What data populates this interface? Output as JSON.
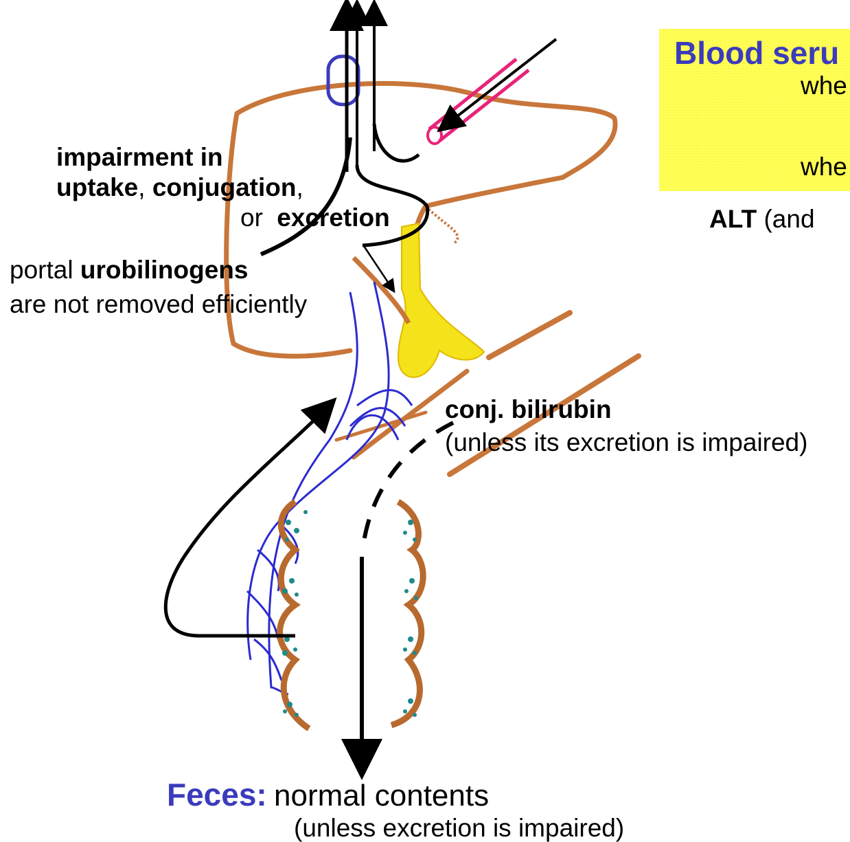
{
  "labels": {
    "impairment_line1_bold": "impairment in",
    "uptake": "uptake",
    "comma1": ", ",
    "conjugation": "conjugation",
    "comma2": ",",
    "or": "or",
    "excretion": "excretion",
    "portal": "portal ",
    "urobilinogens": "urobilinogens",
    "not_removed": "are not removed efficiently",
    "conj_bilirubin": "conj. bilirubin",
    "unless_its_excretion": "(unless its excretion is impaired)",
    "feces": "Feces:",
    "normal_contents": "normal contents",
    "unless_excretion": "(unless excretion is impaired)",
    "blood_serum_partial": "Blood seru",
    "whe_1": "whe",
    "whe_2": "whe",
    "alt": "ALT",
    "and_partial": " (and"
  },
  "colors": {
    "liver_outline": "#c8763a",
    "gallbladder": "#f4e21a",
    "veins": "#2b2bd0",
    "artery": "#e8237a",
    "vena_cava": "#3b3bbd",
    "intestine_wall": "#b86a2e",
    "villi_dots": "#1e8a8a",
    "box_fill": "#ffff57",
    "heading_blue": "#3b3bbd",
    "arrows": "#000000"
  }
}
